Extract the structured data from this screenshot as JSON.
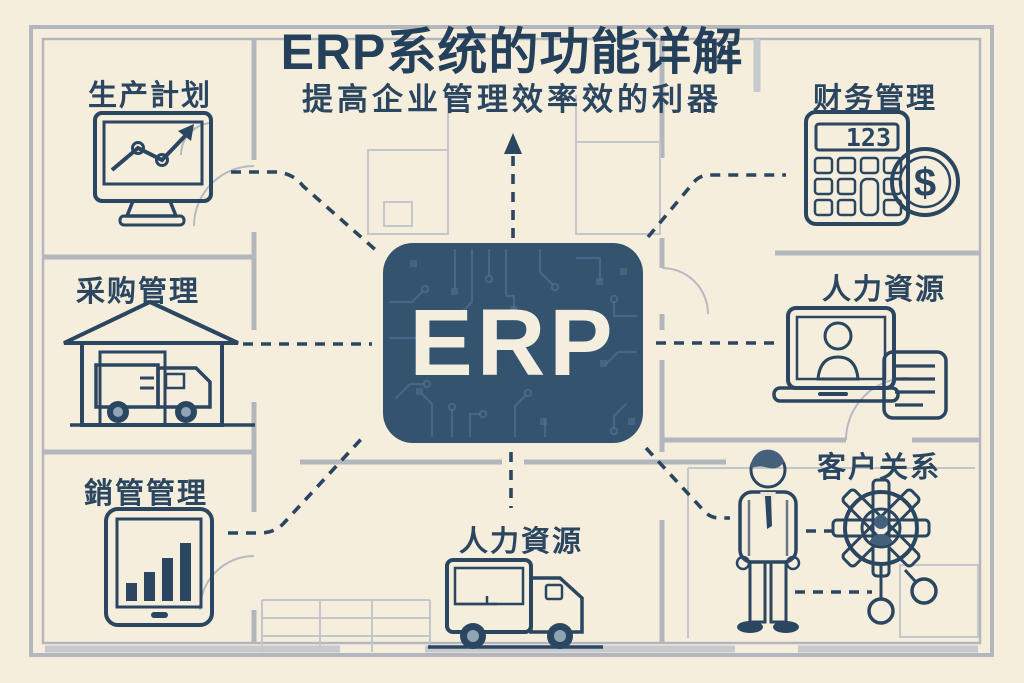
{
  "title": "ERP系统的功能详解",
  "subtitle": "提高企业管理效率效的利器",
  "center_label": "ERP",
  "modules": {
    "production": {
      "label": "生产計划",
      "position": "top-left"
    },
    "procurement": {
      "label": "采购管理",
      "position": "middle-left"
    },
    "sales": {
      "label": "銷管管理",
      "position": "bottom-left"
    },
    "finance": {
      "label": "财务管理",
      "position": "top-right",
      "calculator_display": "123",
      "coin_symbol": "$"
    },
    "hr": {
      "label": "人力資源",
      "position": "middle-right"
    },
    "crm": {
      "label": "客户关系",
      "position": "bottom-right"
    },
    "logistics": {
      "label": "人力資源",
      "position": "bottom-center"
    }
  },
  "icons": {
    "production": "monitor-line-chart-icon",
    "procurement": "warehouse-truck-icon",
    "sales": "tablet-bar-chart-icon",
    "finance": "calculator-dollar-coin-icon",
    "hr": "laptop-profile-document-icon",
    "crm": "businessman-gear-network-icon",
    "logistics": "delivery-truck-icon",
    "center": "circuit-chip",
    "arrow": "arrow-up-icon"
  },
  "colors": {
    "background": "#f6eedd",
    "navy": "#2b4660",
    "slate_blue": "#64809a",
    "light_panel": "#e8e4d8",
    "wall_gray": "#b3b7bd",
    "erp_box": "#33536f",
    "erp_text": "#f4eede"
  }
}
